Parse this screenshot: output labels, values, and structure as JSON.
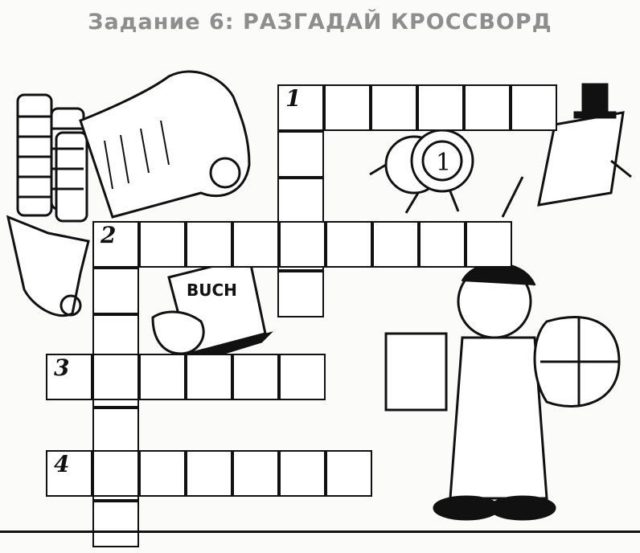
{
  "header": {
    "title": "Задание 6: РАЗГАДАЙ КРОССВОРД"
  },
  "crossword": {
    "clue_numbers": [
      "1",
      "2",
      "3",
      "4"
    ],
    "book_label": "BUCH"
  },
  "colors": {
    "ink": "#111111",
    "title": "#8e8e8e",
    "paper": "#fbfbf9"
  }
}
